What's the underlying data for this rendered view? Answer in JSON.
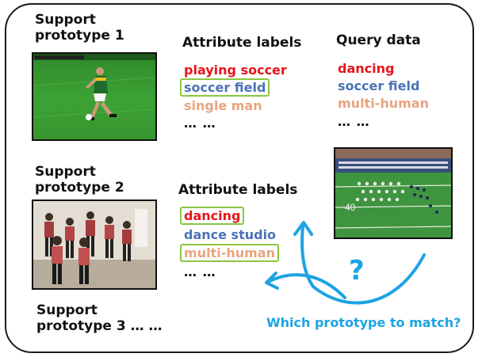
{
  "support1": {
    "title_line1": "Support",
    "title_line2": "prototype 1"
  },
  "support2": {
    "title_line1": "Support",
    "title_line2": "prototype 2"
  },
  "support3": {
    "title_line1": "Support",
    "title_line2": "prototype 3",
    "ellipsis": "… …"
  },
  "attributes1": {
    "heading": "Attribute labels",
    "items": [
      {
        "text": "playing soccer",
        "color": "#e8141b",
        "boxed": false
      },
      {
        "text": "soccer field",
        "color": "#4a72b8",
        "boxed": true
      },
      {
        "text": "single man",
        "color": "#e7a57f",
        "boxed": false
      }
    ],
    "ellipsis": "… …"
  },
  "attributes2": {
    "heading": "Attribute labels",
    "items": [
      {
        "text": "dancing",
        "color": "#e8141b",
        "boxed": true
      },
      {
        "text": "dance studio",
        "color": "#4a72b8",
        "boxed": false
      },
      {
        "text": "multi-human",
        "color": "#e7a57f",
        "boxed": true
      }
    ],
    "ellipsis": "… …"
  },
  "query": {
    "heading": "Query data",
    "items": [
      {
        "text": "dancing",
        "color": "#e8141b"
      },
      {
        "text": "soccer field",
        "color": "#4a72b8"
      },
      {
        "text": "multi-human",
        "color": "#e7a57f"
      }
    ],
    "ellipsis": "… …"
  },
  "match": {
    "question_mark": "?",
    "caption": "Which prototype to match?",
    "color": "#1ca3e4"
  },
  "colors": {
    "highlight_box": "#8cc63f",
    "frame": "#1a1a1a"
  }
}
